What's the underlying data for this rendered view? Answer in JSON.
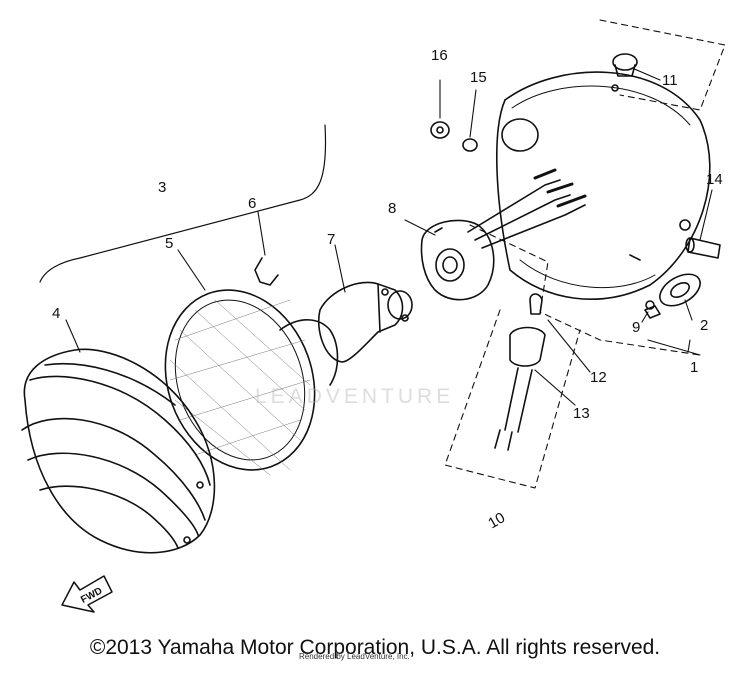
{
  "callouts": {
    "c1": "1",
    "c2": "2",
    "c3": "3",
    "c4": "4",
    "c5": "5",
    "c6": "6",
    "c7": "7",
    "c8": "8",
    "c9": "9",
    "c10": "10",
    "c11": "11",
    "c12": "12",
    "c13": "13",
    "c14": "14",
    "c15": "15",
    "c16": "16"
  },
  "fwd_label": "FWD",
  "watermark": "LEADVENTURE",
  "footer": {
    "copyright": "©2013 Yamaha Motor Corporation, U.S.A. All rights reserved.",
    "rendered_by": "Rendered by LeadVenture, Inc."
  }
}
